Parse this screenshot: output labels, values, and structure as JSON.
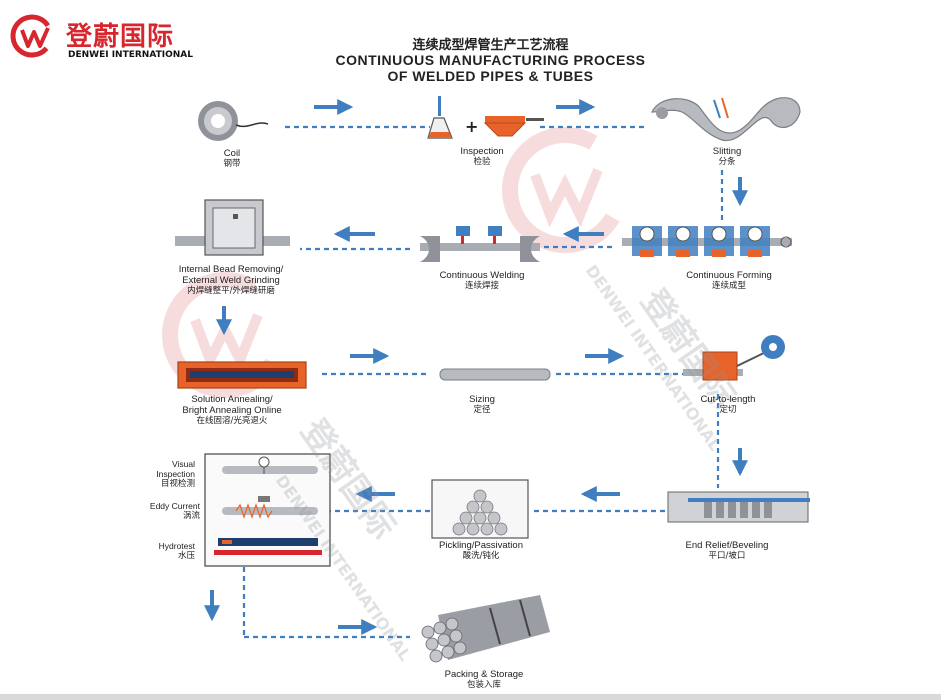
{
  "logo": {
    "cn": "登蔚国际",
    "en": "DENWEI INTERNATIONAL",
    "mark": "DW"
  },
  "title": {
    "cn": "连续成型焊管生产工艺流程",
    "en_line1": "CONTINUOUS MANUFACTURING PROCESS",
    "en_line2": "OF WELDED PIPES & TUBES"
  },
  "steps": {
    "coil": {
      "en": "Coil",
      "cn": "钢带"
    },
    "inspection": {
      "en": "Inspection",
      "cn": "检验"
    },
    "slitting": {
      "en": "Slitting",
      "cn": "分条"
    },
    "forming": {
      "en": "Continuous Forming",
      "cn": "连续成型"
    },
    "welding": {
      "en": "Continuous Welding",
      "cn": "连续焊接"
    },
    "bead_line1": "Internal Bead Removing/",
    "bead_line2": "External Weld Grinding",
    "bead_cn": "内焊缝整平/外焊缝研磨",
    "anneal_line1": "Solution Annealing/",
    "anneal_line2": "Bright Annealing Online",
    "anneal_cn": "在线固溶/光亮退火",
    "sizing": {
      "en": "Sizing",
      "cn": "定径"
    },
    "cut": {
      "en": "Cut-to-length",
      "cn": "定切"
    },
    "end_relief": {
      "en": "End Relief/Beveling",
      "cn": "平口/坡口"
    },
    "pickling": {
      "en": "Pickling/Passivation",
      "cn": "酸洗/钝化"
    },
    "packing": {
      "en": "Packing & Storage",
      "cn": "包装入库"
    }
  },
  "quality": {
    "visual_line1": "Visual",
    "visual_line2": "Inspection",
    "visual_cn": "目视检测",
    "eddy_en": "Eddy Current",
    "eddy_cn": "涡流",
    "hydro_en": "Hydrotest",
    "hydro_cn": "水压"
  },
  "watermark": {
    "en": "DENWEI INTERNATIONAL",
    "cn": "登蔚国际"
  },
  "colors": {
    "arrow": "#3f7fc0",
    "brand_red": "#d8262f",
    "orange": "#e8632a",
    "steel": "#a9acb3"
  }
}
